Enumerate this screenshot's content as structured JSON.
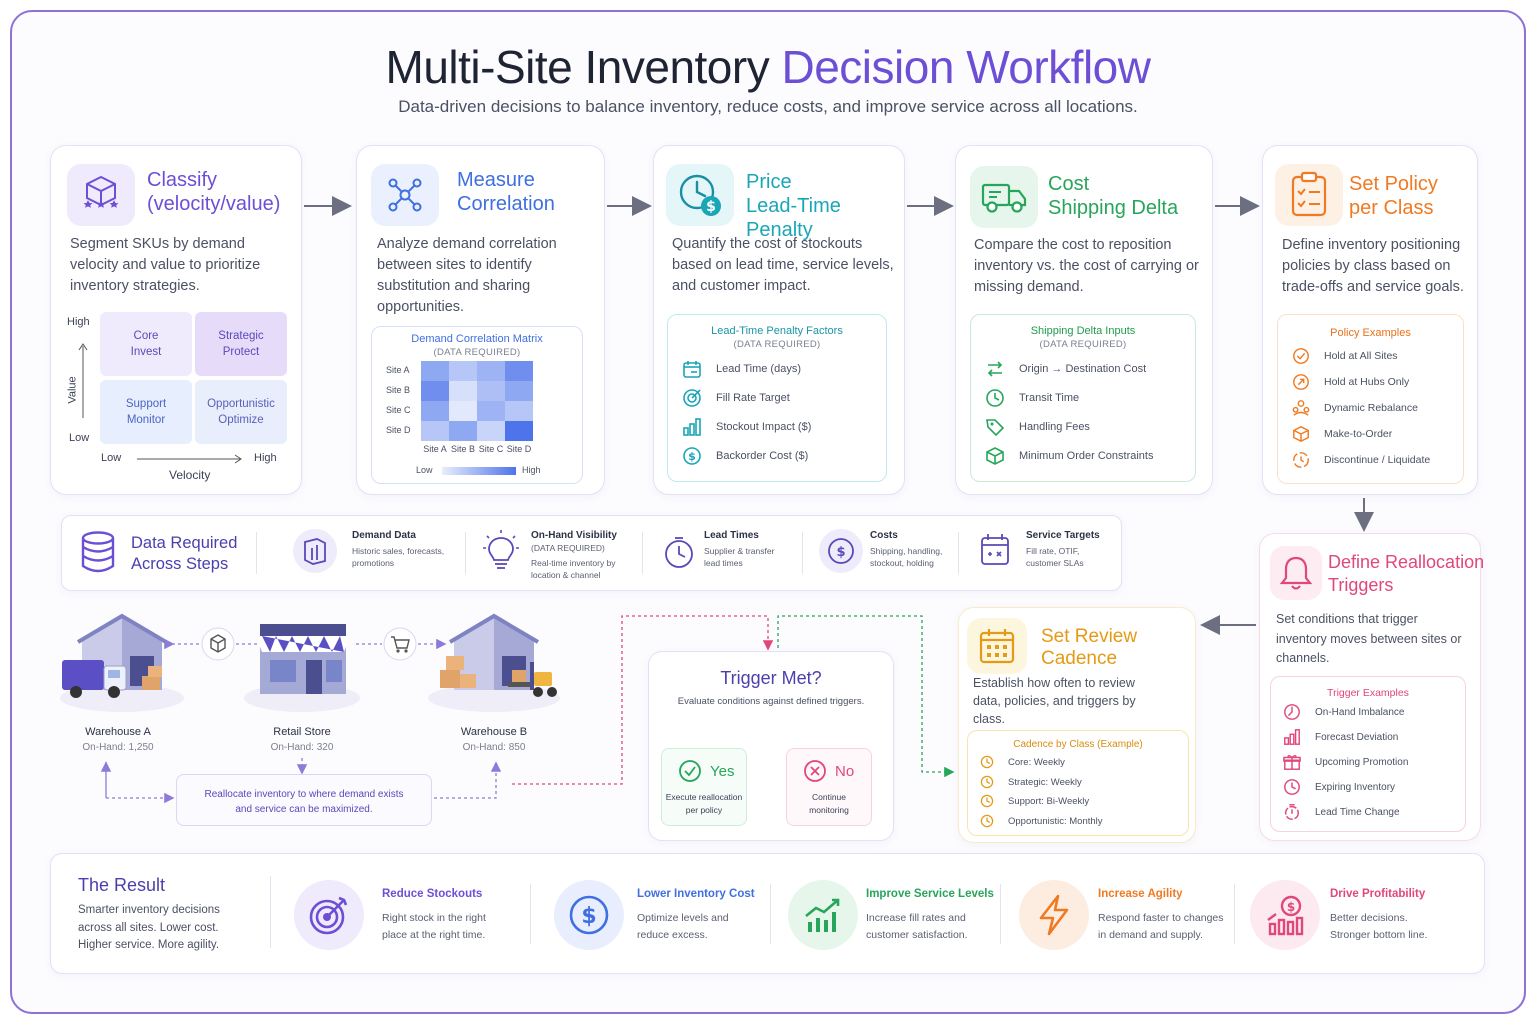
{
  "header": {
    "title_main": "Multi-Site Inventory",
    "title_accent": "Decision Workflow",
    "subtitle": "Data-driven decisions to balance inventory, reduce costs, and improve service across all locations."
  },
  "classify": {
    "title_line1": "Classify",
    "title_line2": "(velocity/value)",
    "desc": "Segment SKUs by demand velocity and value to prioritize inventory strategies.",
    "y_high": "High",
    "y_low": "Low",
    "y_axis": "Value",
    "x_low": "Low",
    "x_high": "High",
    "x_axis": "Velocity",
    "quadrants": [
      {
        "line1": "Core",
        "line2": "Invest"
      },
      {
        "line1": "Strategic",
        "line2": "Protect"
      },
      {
        "line1": "Support",
        "line2": "Monitor"
      },
      {
        "line1": "Opportunistic",
        "line2": "Optimize"
      }
    ]
  },
  "correlation": {
    "title_line1": "Measure",
    "title_line2": "Correlation",
    "desc": "Analyze demand correlation between sites to identify substitution and sharing opportunities.",
    "matrix_title": "Demand Correlation Matrix",
    "matrix_sub": "(DATA REQUIRED)",
    "rows": [
      "Site A",
      "Site B",
      "Site C",
      "Site D"
    ],
    "cols": [
      "Site A",
      "Site B",
      "Site C",
      "Site D"
    ],
    "cells": [
      [
        "#8fa8f2",
        "#b6c6f7",
        "#9db3f4",
        "#6f8eee"
      ],
      [
        "#6f8eee",
        "#d7e0fb",
        "#aebff6",
        "#8fa8f2"
      ],
      [
        "#8fa8f2",
        "#e3e9fc",
        "#9db3f4",
        "#b6c6f7"
      ],
      [
        "#b6c6f7",
        "#8fa8f2",
        "#c8d4f9",
        "#4d74ea"
      ]
    ],
    "legend_low": "Low",
    "legend_high": "High"
  },
  "price": {
    "title_line1": "Price",
    "title_line2": "Lead-Time Penalty",
    "desc": "Quantify the cost of stockouts based on lead time, service levels, and customer impact.",
    "box_title": "Lead-Time Penalty Factors",
    "box_sub": "(DATA REQUIRED)",
    "items": [
      "Lead Time (days)",
      "Fill Rate Target",
      "Stockout Impact ($)",
      "Backorder Cost ($)"
    ]
  },
  "shipping": {
    "title_line1": "Cost",
    "title_line2": "Shipping Delta",
    "desc": "Compare the cost to reposition inventory vs. the cost of carrying or missing demand.",
    "box_title": "Shipping Delta Inputs",
    "box_sub": "(DATA REQUIRED)",
    "items": [
      "Origin → Destination Cost",
      "Transit Time",
      "Handling Fees",
      "Minimum Order Constraints"
    ]
  },
  "policy": {
    "title_line1": "Set Policy",
    "title_line2": "per Class",
    "desc": "Define inventory positioning policies by class based on trade-offs and service goals.",
    "box_title": "Policy Examples",
    "items": [
      "Hold at All Sites",
      "Hold at Hubs Only",
      "Dynamic Rebalance",
      "Make-to-Order",
      "Discontinue / Liquidate"
    ]
  },
  "data_required": {
    "title_line1": "Data Required",
    "title_line2": "Across Steps",
    "items": [
      {
        "title": "Demand Data",
        "desc1": "Historic sales, forecasts,",
        "desc2": "promotions",
        "desc3": ""
      },
      {
        "title": "On-Hand Visibility",
        "sub": "(DATA REQUIRED)",
        "desc1": "Real-time inventory by",
        "desc2": "location & channel",
        "desc3": ""
      },
      {
        "title": "Lead Times",
        "desc1": "Supplier & transfer",
        "desc2": "lead times",
        "desc3": ""
      },
      {
        "title": "Costs",
        "desc1": "Shipping, handling,",
        "desc2": "stockout, holding",
        "desc3": ""
      },
      {
        "title": "Service Targets",
        "desc1": "Fill rate, OTIF,",
        "desc2": "customer SLAs",
        "desc3": ""
      }
    ]
  },
  "network": {
    "warehouse_a": {
      "name": "Warehouse A",
      "onhand": "On-Hand: 1,250"
    },
    "retail": {
      "name": "Retail Store",
      "onhand": "On-Hand: 320"
    },
    "warehouse_b": {
      "name": "Warehouse B",
      "onhand": "On-Hand: 850"
    },
    "reallocate_line1": "Reallocate inventory to where demand exists",
    "reallocate_line2": "and service can be maximized."
  },
  "trigger": {
    "title": "Trigger Met?",
    "desc": "Evaluate conditions against defined triggers.",
    "yes": "Yes",
    "yes_line1": "Execute reallocation",
    "yes_line2": "per policy",
    "no": "No",
    "no_line1": "Continue",
    "no_line2": "monitoring"
  },
  "review": {
    "title_line1": "Set Review",
    "title_line2": "Cadence",
    "desc": "Establish how often to review data, policies, and triggers by class.",
    "box_title": "Cadence by Class (Example)",
    "items": [
      "Core: Weekly",
      "Strategic: Weekly",
      "Support: Bi-Weekly",
      "Opportunistic: Monthly"
    ]
  },
  "realloc": {
    "title_line1": "Define Reallocation",
    "title_line2": "Triggers",
    "desc": "Set conditions that trigger inventory moves between sites or channels.",
    "box_title": "Trigger Examples",
    "items": [
      "On-Hand Imbalance",
      "Forecast Deviation",
      "Upcoming Promotion",
      "Expiring Inventory",
      "Lead Time Change"
    ]
  },
  "result": {
    "title": "The Result",
    "desc1": "Smarter inventory decisions",
    "desc2": "across all sites. Lower cost.",
    "desc3": "Higher service. More agility.",
    "items": [
      {
        "title": "Reduce Stockouts",
        "desc1": "Right stock in the right",
        "desc2": "place at the right time."
      },
      {
        "title": "Lower Inventory Cost",
        "desc1": "Optimize levels and",
        "desc2": "reduce excess."
      },
      {
        "title": "Improve Service Levels",
        "desc1": "Increase fill rates and",
        "desc2": "customer satisfaction."
      },
      {
        "title": "Increase Agility",
        "desc1": "Respond faster to changes",
        "desc2": "in demand and supply."
      },
      {
        "title": "Drive Profitability",
        "desc1": "Better decisions.",
        "desc2": "Stronger bottom line."
      }
    ]
  },
  "colors": {
    "purple": "#6d4fd6",
    "blue": "#3f6fe0",
    "teal": "#1aa6b7",
    "green": "#27a55a",
    "orange": "#f07a22",
    "pink": "#e0477a"
  }
}
